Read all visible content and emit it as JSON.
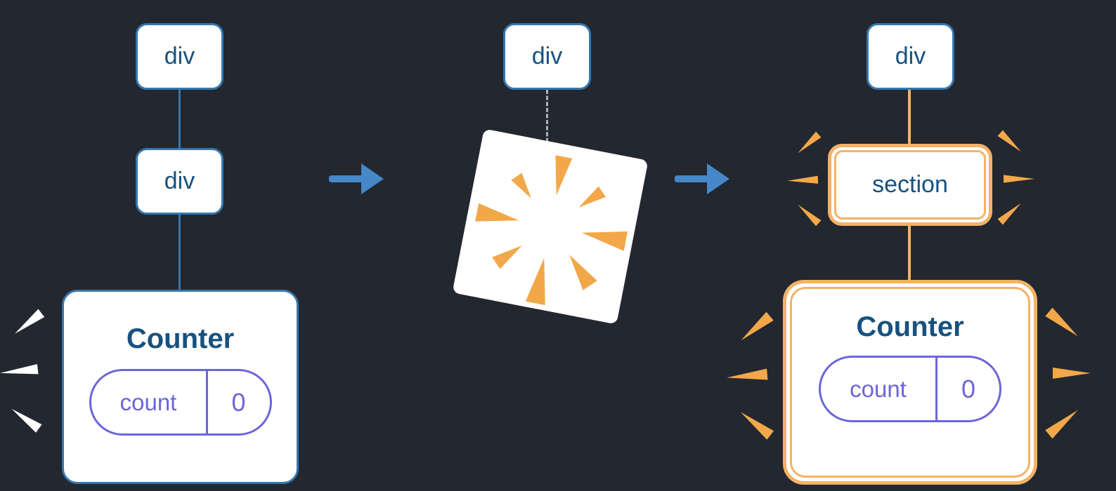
{
  "stages": {
    "before": {
      "root": "div",
      "child": "div",
      "component": "Counter",
      "state": {
        "key": "count",
        "value": "0"
      }
    },
    "during": {
      "root": "div"
    },
    "after": {
      "root": "div",
      "child": "section",
      "component": "Counter",
      "state": {
        "key": "count",
        "value": "0"
      }
    }
  },
  "icons": {
    "arrow": "arrow-right-icon",
    "poof": "poof-burst-icon",
    "spark": "spark-icon"
  },
  "colors": {
    "background": "#23272f",
    "blue": "#3677ae",
    "blue_text": "#17527f",
    "purple": "#6b66d9",
    "orange": "#f4b266",
    "spark_orange": "#f2a849",
    "arrow_blue": "#4687c7",
    "spark_white": "#ffffff",
    "dashed_gray": "#a9b2bd"
  }
}
